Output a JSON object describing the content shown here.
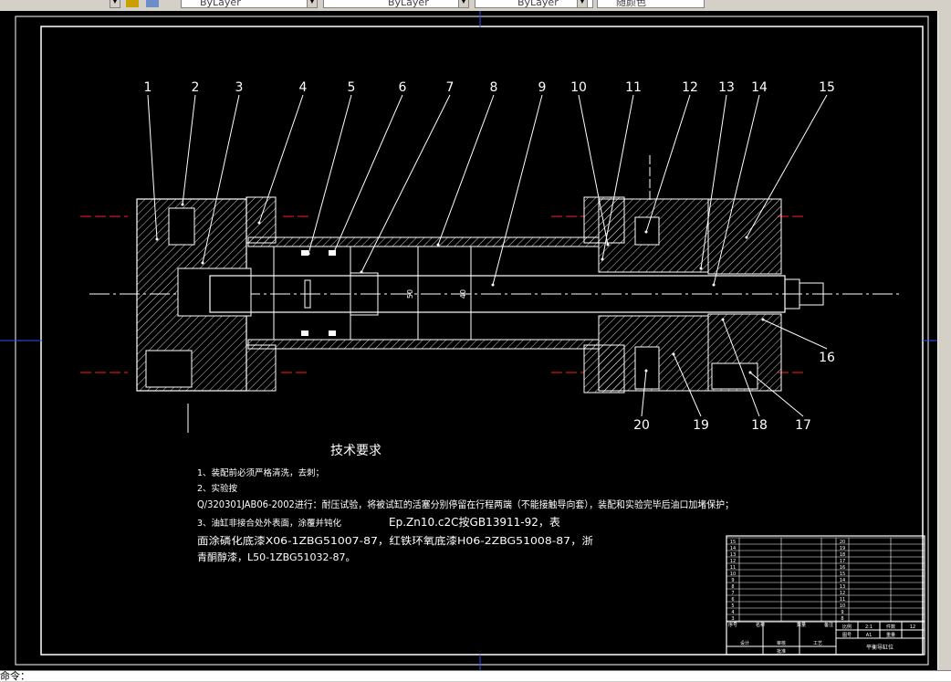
{
  "toolbar": {
    "layer_combo": "ByLayer",
    "linetype_combo": "ByLayer",
    "lineweight_combo": "ByLayer",
    "plotstyle_combo": "随颜色"
  },
  "drawing": {
    "part_numbers": [
      "1",
      "2",
      "3",
      "4",
      "5",
      "6",
      "7",
      "8",
      "9",
      "10",
      "11",
      "12",
      "13",
      "14",
      "15",
      "16",
      "17",
      "18",
      "19",
      "20"
    ],
    "dimension_labels": [
      "50",
      "40"
    ],
    "tech_title": "技术要求",
    "tech_lines": [
      "1、装配前必须严格清洗，去刺；",
      "2、实验按",
      "Q/320301JAB06-2002进行：耐压试验，将被试缸的活塞分别停留在行程两端（不能接触导向套），装配和实验完毕后油口加堵保护；",
      "3、油缸非接合处外表面，涂覆并钝化",
      "Ep.Zn10.c2C按GB13911-92，表",
      "面涂磷化底漆X06-1ZBG51007-87，红铁环氧底漆H06-2ZBG51008-87，浙",
      "青酮醇漆，L50-1ZBG51032-87。"
    ],
    "title_block": {
      "scale_label": "比例",
      "scale_value": "2:1",
      "sheet_label": "图号",
      "sheet_value": "A1",
      "weight_label": "重量",
      "quantity_label": "件数",
      "quantity_value": "12",
      "drawing_name": "平衡导缸位",
      "designer_label": "设计",
      "checker_label": "审核",
      "process_label": "工艺",
      "approve_label": "批准"
    },
    "bom_left_numbers": [
      "15",
      "14",
      "13",
      "12",
      "11",
      "10",
      "9",
      "8",
      "7",
      "6",
      "5",
      "4",
      "3"
    ],
    "bom_right_numbers": [
      "20",
      "19",
      "18",
      "17",
      "16",
      "15",
      "14",
      "13",
      "12",
      "11",
      "10",
      "9",
      "8"
    ],
    "bom_header": [
      "序号",
      "名称",
      "数量",
      "备注"
    ]
  },
  "statusbar": {
    "text": "命令："
  }
}
